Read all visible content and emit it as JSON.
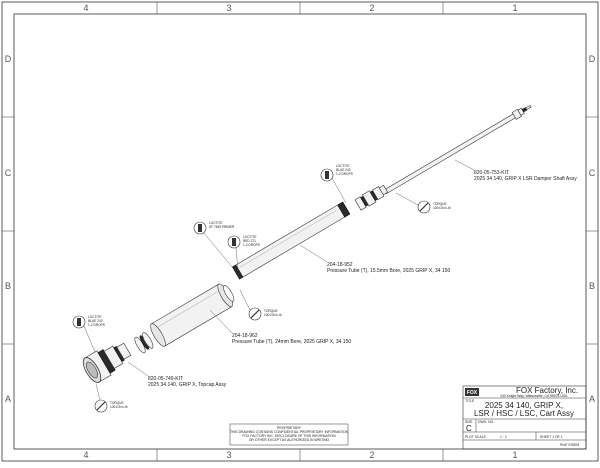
{
  "border": {
    "columns_top": [
      "4",
      "3",
      "2",
      "1"
    ],
    "columns_bottom": [
      "4",
      "3",
      "2",
      "1"
    ],
    "rows_left": [
      "D",
      "C",
      "B",
      "A"
    ],
    "rows_right": [
      "D",
      "C",
      "B",
      "A"
    ]
  },
  "callouts": {
    "loctite_top": [
      "LOCTITE",
      "BLUE 243",
      "1-2 DROPS"
    ],
    "torque_top": [
      "TORQUE",
      "100±15 in-lb"
    ],
    "loctite_mid1": [
      "LOCTITE",
      "SF 7649 PRIMER"
    ],
    "loctite_mid2": [
      "LOCTITE",
      "RED 271",
      "1-2 DROPS"
    ],
    "torque_mid": [
      "TORQUE",
      "100±15 in-lb"
    ],
    "loctite_left": [
      "LOCTITE",
      "BLUE 243",
      "1-2 DROPS"
    ],
    "torque_bottom": [
      "TORQUE",
      "100±15 in-lb"
    ]
  },
  "labels": {
    "damper_shaft_pn": "820-05-753-KIT",
    "damper_shaft_desc": "2025 34 140, GRIP X LSR Damper Shaft Assy",
    "pressure_tube_small_pn": "204-18-952",
    "pressure_tube_small_desc": "Pressure Tube (T), 15.5mm Bore, 2025 GRIP X, 34 150",
    "pressure_tube_large_pn": "204-18-962",
    "pressure_tube_large_desc": "Pressure Tube (T), 24mm Bore, 2025 GRIP X, 34 150",
    "topcap_pn": "820-05-749-KIT",
    "topcap_desc": "2025 34 140, GRIP X, Topcap Assy"
  },
  "title_block": {
    "company": "FOX Factory, Inc.",
    "address": "130 Knight Way, Watsonville, CA 95076 USA",
    "title": "TITLE",
    "title_line1": "2025 34 140, GRIP X,",
    "title_line2": "LSR / HSC / LSC, Cart Assy",
    "size_label": "SIZE",
    "size": "C",
    "drawing_no_label": "DWG. NO.",
    "plot_scale": "PLOT SCALE",
    "scale_value": "1 : 2",
    "sheet": "SHEET 1 OF 1",
    "proe": "ProE  KSIEM",
    "proprietary": [
      "PROPRIETARY",
      "THIS DRAWING CONTAINS CONFIDENTIAL PROPRIETARY INFORMATION",
      "FOX FACTORY INC. DISCLOSURE OF THIS INFORMATION",
      "OR OTHER EXCEPT AS AUTHORIZED IN WRITING"
    ]
  }
}
